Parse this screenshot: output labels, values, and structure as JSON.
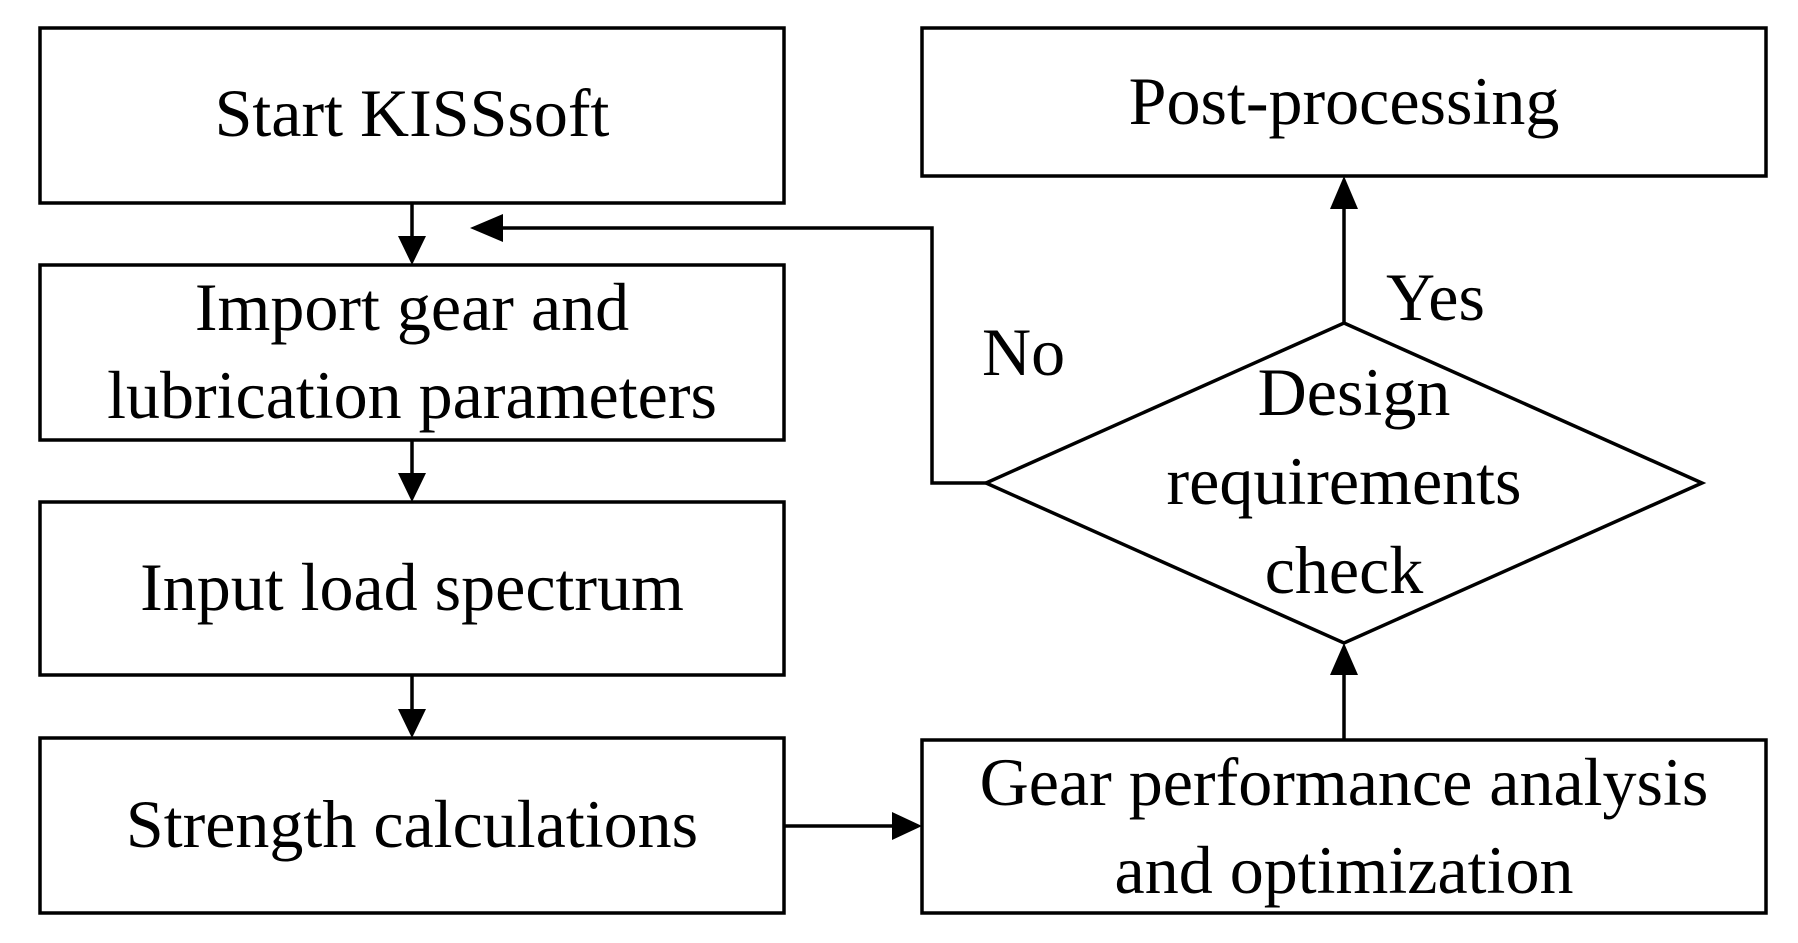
{
  "nodes": {
    "start": {
      "label": "Start KISSsoft"
    },
    "import": {
      "lines": [
        "Import gear and",
        "lubrication parameters"
      ]
    },
    "input_load": {
      "label": "Input load spectrum"
    },
    "strength": {
      "label": "Strength calculations"
    },
    "performance": {
      "lines": [
        "Gear performance analysis",
        "and optimization"
      ]
    },
    "decision": {
      "lines": [
        "Design",
        "requirements",
        "check"
      ]
    },
    "post": {
      "label": "Post-processing"
    }
  },
  "edge_labels": {
    "yes": "Yes",
    "no": "No"
  }
}
